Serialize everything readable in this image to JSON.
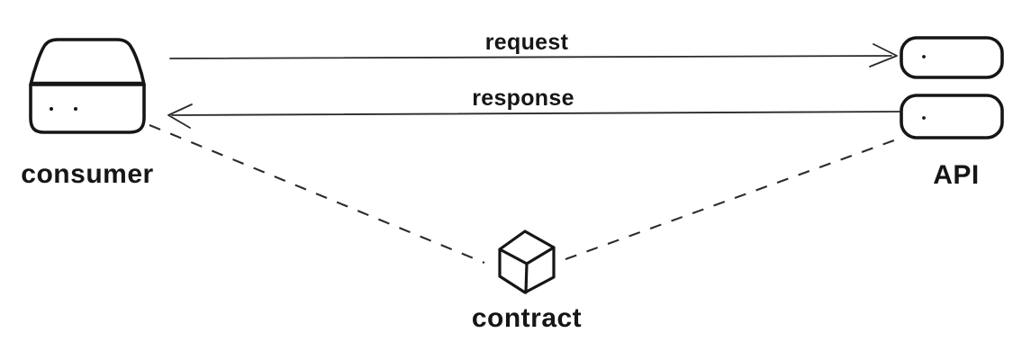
{
  "diagram": {
    "background_color": "#ffffff",
    "stroke_color": "#161616",
    "nodes": {
      "consumer": {
        "label": "consumer",
        "icon": "server-box-icon"
      },
      "api": {
        "label": "API",
        "icon": "stacked-services-icon"
      },
      "contract": {
        "label": "contract",
        "icon": "cube-icon"
      }
    },
    "edges": {
      "request": {
        "label": "request",
        "from": "consumer",
        "to": "api",
        "style": "solid-arrow"
      },
      "response": {
        "label": "response",
        "from": "api",
        "to": "consumer",
        "style": "solid-arrow"
      },
      "consumer_contract": {
        "label": "",
        "from": "consumer",
        "to": "contract",
        "style": "dashed"
      },
      "api_contract": {
        "label": "",
        "from": "api",
        "to": "contract",
        "style": "dashed"
      }
    }
  }
}
